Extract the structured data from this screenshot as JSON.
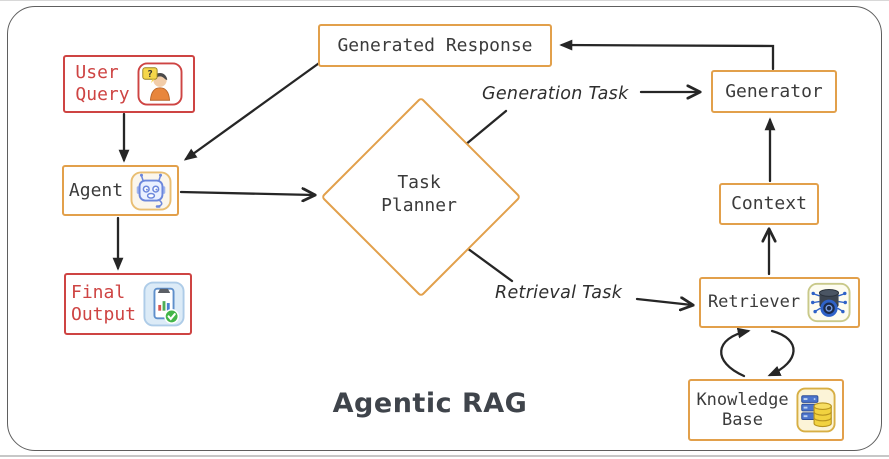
{
  "title": "Agentic RAG",
  "colors": {
    "node_border_orange": "#E2A04B",
    "node_border_red": "#CE4443",
    "text_dark": "#3b3b3b",
    "arrow": "#262626"
  },
  "nodes": {
    "user_query": {
      "label": "User\nQuery"
    },
    "agent": {
      "label": "Agent"
    },
    "final_output": {
      "label": "Final\nOutput"
    },
    "generated_response": {
      "label": "Generated Response"
    },
    "task_planner": {
      "label": "Task\nPlanner"
    },
    "generator": {
      "label": "Generator"
    },
    "context": {
      "label": "Context"
    },
    "retriever": {
      "label": "Retriever"
    },
    "knowledge_base": {
      "label": "Knowledge\nBase"
    }
  },
  "edge_labels": {
    "generation_task": "Generation Task",
    "retrieval_task": "Retrieval Task"
  },
  "icons": {
    "user_query": "person-with-question-bubble-icon",
    "agent": "robot-icon",
    "final_output": "clipboard-check-icon",
    "retriever": "database-network-icon",
    "knowledge_base": "server-database-icon",
    "question_mark": "?"
  }
}
